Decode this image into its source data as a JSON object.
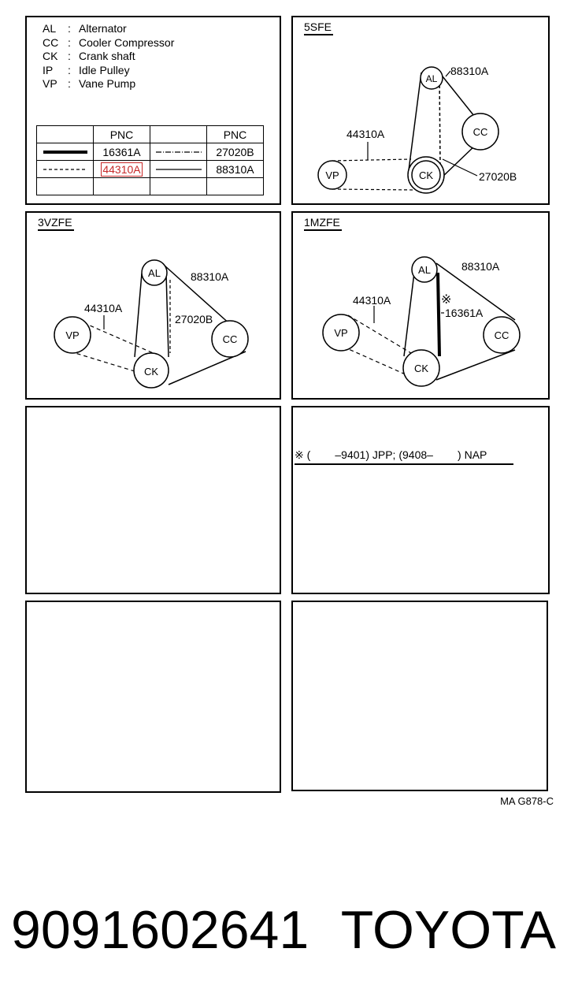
{
  "legend": {
    "items": [
      {
        "abbr": "AL",
        "name": "Alternator"
      },
      {
        "abbr": "CC",
        "name": "Cooler Compressor"
      },
      {
        "abbr": "CK",
        "name": "Crank shaft"
      },
      {
        "abbr": "IP",
        "name": "Idle Pulley"
      },
      {
        "abbr": "VP",
        "name": "Vane Pump"
      }
    ],
    "separator": ":",
    "table": {
      "header": "PNC",
      "rows": [
        {
          "left": "16361A",
          "right": "27020B"
        },
        {
          "left": "44310A",
          "right": "88310A"
        }
      ],
      "highlight_color": "#c62828"
    }
  },
  "panels": {
    "sfe5": {
      "title": "5SFE",
      "labels": {
        "al": "AL",
        "cc": "CC",
        "ck": "CK",
        "vp": "VP",
        "p88": "88310A",
        "p44": "44310A",
        "p27": "27020B"
      }
    },
    "vzfe3": {
      "title": "3VZFE",
      "labels": {
        "al": "AL",
        "cc": "CC",
        "ck": "CK",
        "vp": "VP",
        "p88": "88310A",
        "p44": "44310A",
        "p27": "27020B"
      }
    },
    "mzfe1": {
      "title": "1MZFE",
      "labels": {
        "al": "AL",
        "cc": "CC",
        "ck": "CK",
        "vp": "VP",
        "p88": "88310A",
        "p44": "44310A",
        "p16": "16361A",
        "mark": "※"
      }
    }
  },
  "note": "※ (        –9401) JPP; (9408–        ) NAP",
  "ref_code": "MA  G878-C",
  "footer": {
    "part_number": "9091602641",
    "brand": "TOYOTA"
  }
}
